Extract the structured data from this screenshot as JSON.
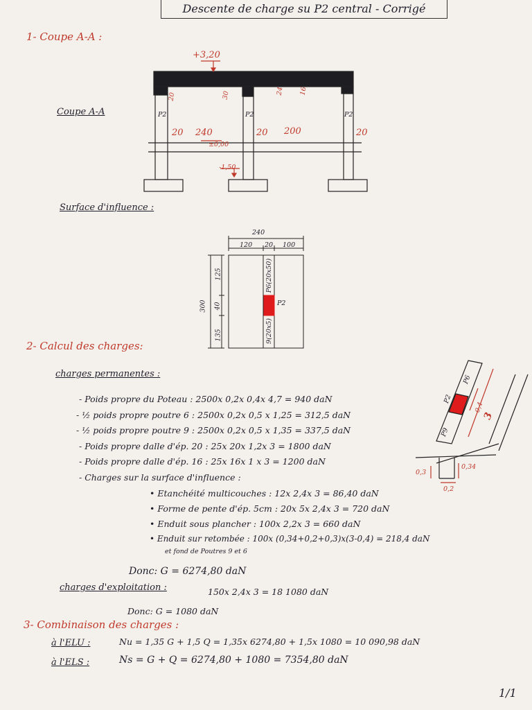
{
  "title": "Descente de charge su P2 central - Corrigé",
  "section1": {
    "heading": "1- Coupe A-A :",
    "coupe_label": "Coupe A-A",
    "level_top": "+3,20",
    "level_bottom": "-1,50",
    "level_zero": "±0,00",
    "dims": [
      "20",
      "30",
      "24",
      "16"
    ],
    "poteaux": [
      "P2",
      "P2",
      "P2"
    ],
    "spans": [
      "20",
      "240",
      "20",
      "200",
      "20"
    ]
  },
  "section_surface": {
    "heading": "Surface d'influence :",
    "top_total": "240",
    "top_parts": [
      "120",
      "20",
      "100"
    ],
    "left_total": "300",
    "left_parts": [
      "125",
      "40",
      "135"
    ],
    "beam_top": "P6(20x50)",
    "beam_bottom": "9(20x5)",
    "pole": "P2"
  },
  "section2": {
    "heading": "2- Calcul des charges:",
    "permanent_heading": "charges permanentes :",
    "permanent_lines": [
      "- Poids propre du Poteau : 2500x 0,2x 0,4x 4,7 = 940 daN",
      "- ½ poids propre poutre 6 : 2500x 0,2x 0,5 x 1,25 = 312,5 daN",
      "- ½ poids propre poutre 9 : 2500x 0,2x 0,5 x 1,35 = 337,5 daN",
      "- Poids propre dalle d'ép. 20 : 25x 20x 1,2x 3 = 1800 daN",
      "- Poids propre dalle d'ép. 16 : 25x 16x 1 x 3 = 1200 daN",
      "- Charges sur la surface d'influence :"
    ],
    "influence_lines": [
      "• Etanchéité multicouches : 12x 2,4x 3 = 86,40 daN",
      "• Forme de pente d'ép. 5cm : 20x 5x 2,4x 3 = 720 daN",
      "• Enduit sous plancher : 100x 2,2x 3 = 660 daN",
      "• Enduit sur retombée : 100x (0,34+0,2+0,3)x(3-0,4) = 218,4 daN"
    ],
    "influence_note": "et fond de Poutres 9 et 6",
    "g_result": "Donc: G = 6274,80 daN",
    "exploitation_heading": "charges d'exploitation :",
    "exploitation_calc": "150x 2,4x 3 = 18 1080 daN",
    "q_result": "Donc: G = 1080 daN"
  },
  "section3": {
    "heading": "3- Combinaison des charges :",
    "elu_label": "à l'ELU :",
    "elu_formula": "Nu = 1,35 G + 1,5 Q = 1,35x 6274,80 + 1,5x 1080 = 10 090,98 daN",
    "els_label": "à l'ELS :",
    "els_formula": "Ns = G + Q = 6274,80 + 1080 = 7354,80 daN"
  },
  "side_sketch": {
    "labels": [
      "P6",
      "P2",
      "P9"
    ],
    "dims": [
      "0,4",
      "3",
      "0,3",
      "0,34",
      "0,2"
    ]
  },
  "page_number": "1/1",
  "colors": {
    "ink": "#1e1e2a",
    "red": "#c0392b",
    "fill_red": "#e01b1b"
  }
}
